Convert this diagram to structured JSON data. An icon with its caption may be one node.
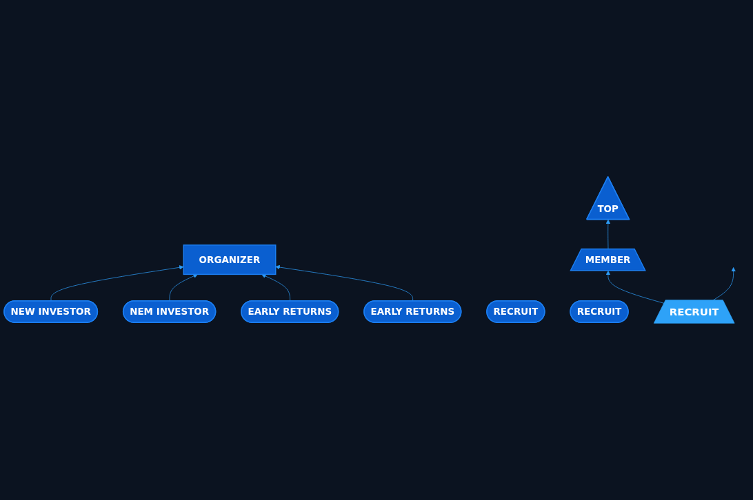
{
  "diagram": {
    "nodes": [
      {
        "text": [
          "NEW INVESTOR"
        ]
      },
      {
        "text": [
          "NEM INVESTOR"
        ]
      },
      {
        "text": [
          "ORGANIZER"
        ]
      },
      {
        "text": [
          "EARLY RETURNS"
        ]
      },
      {
        "text": [
          "EARLY RETURNS"
        ]
      },
      {
        "text": [
          "TOP"
        ]
      },
      {
        "text": [
          "MEMBER"
        ]
      },
      {
        "text": [
          "RECRUIT"
        ]
      },
      {
        "text": [
          "RECRUIT"
        ]
      },
      {
        "text": [
          "RECRUIT"
        ]
      }
    ],
    "edges": [
      {
        "from": 0,
        "to": 2,
        "arrow": "to"
      },
      {
        "from": 1,
        "to": 2,
        "arrow": "to"
      },
      {
        "from": 3,
        "to": 2,
        "arrow": "to"
      },
      {
        "from": 4,
        "to": 2,
        "arrow": "to"
      },
      {
        "from": 6,
        "to": 5,
        "arrow": "to"
      },
      {
        "from": 9,
        "to": 6,
        "arrow": "to"
      },
      {
        "from": 9,
        "to": null,
        "arrow": "to"
      }
    ]
  }
}
